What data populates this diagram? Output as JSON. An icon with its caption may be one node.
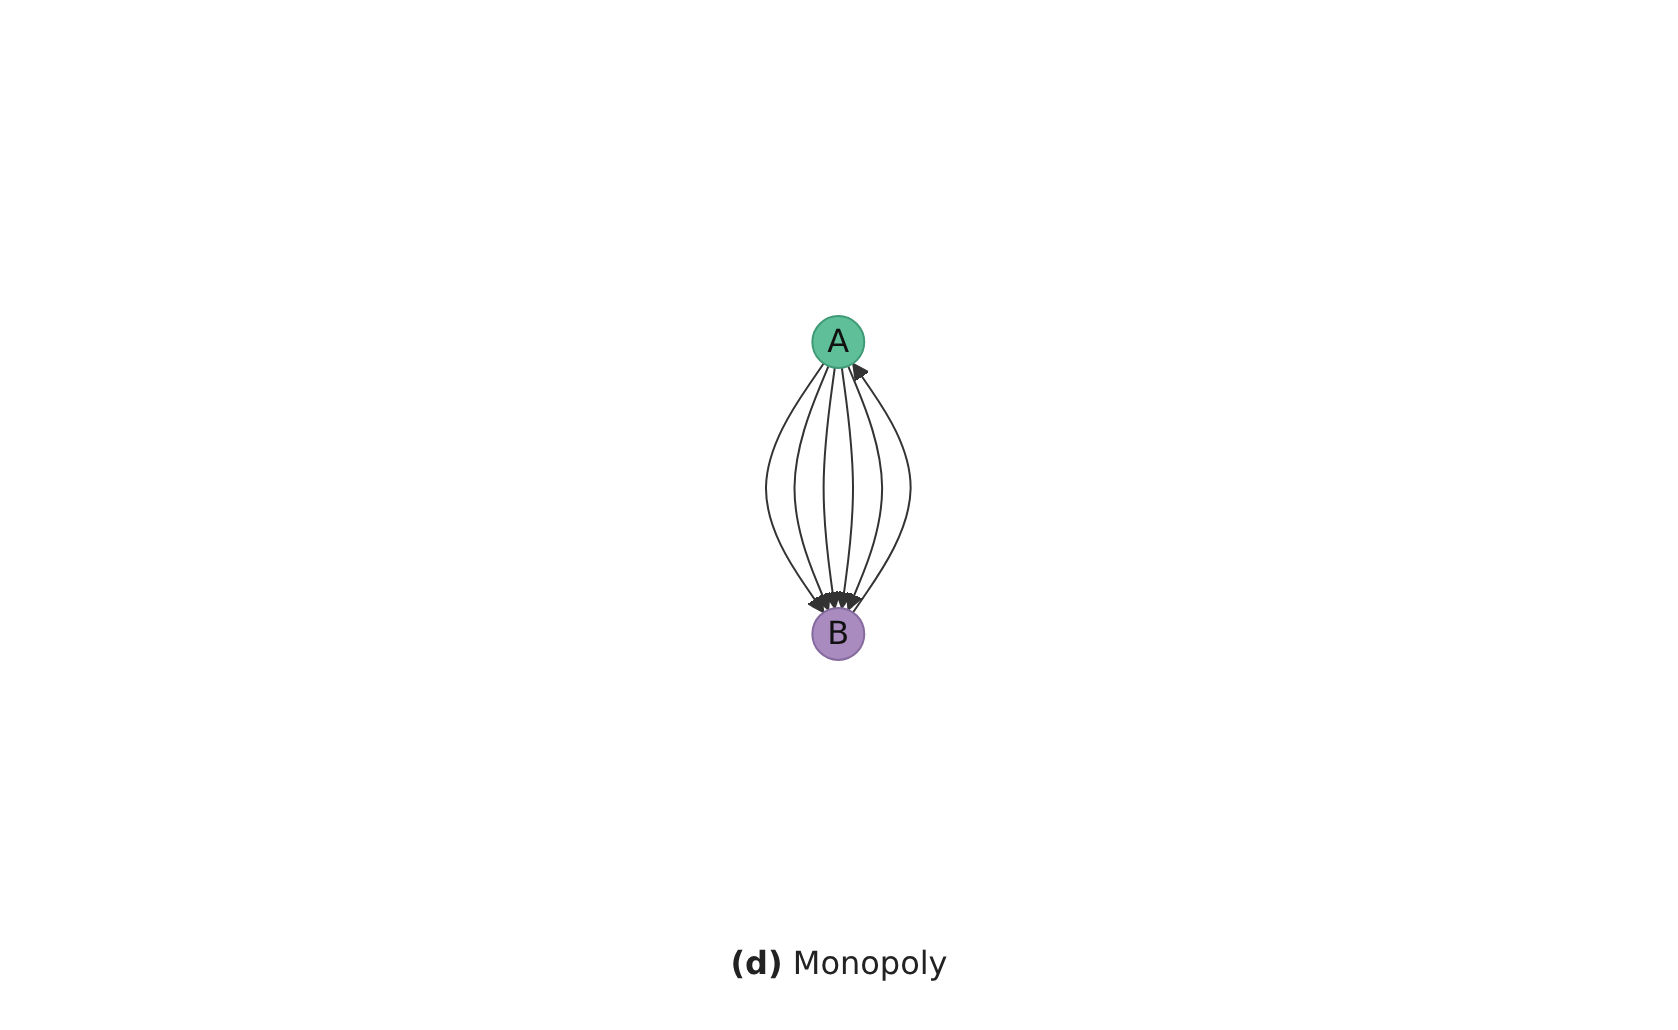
{
  "diagram": {
    "caption": "**(d)** Monopoly",
    "nodes": [
      {
        "text": [
          "A"
        ]
      },
      {
        "text": [
          "B"
        ]
      }
    ],
    "edges": [
      {
        "from": 0,
        "to": 1,
        "arrow": "to"
      },
      {
        "from": 0,
        "to": 1,
        "arrow": "to"
      },
      {
        "from": 1,
        "to": 0,
        "arrow": "to"
      },
      {
        "from": 0,
        "to": 1,
        "arrow": "to"
      },
      {
        "from": 0,
        "to": 1,
        "arrow": "to"
      },
      {
        "from": 0,
        "to": 1,
        "arrow": "to"
      }
    ]
  }
}
